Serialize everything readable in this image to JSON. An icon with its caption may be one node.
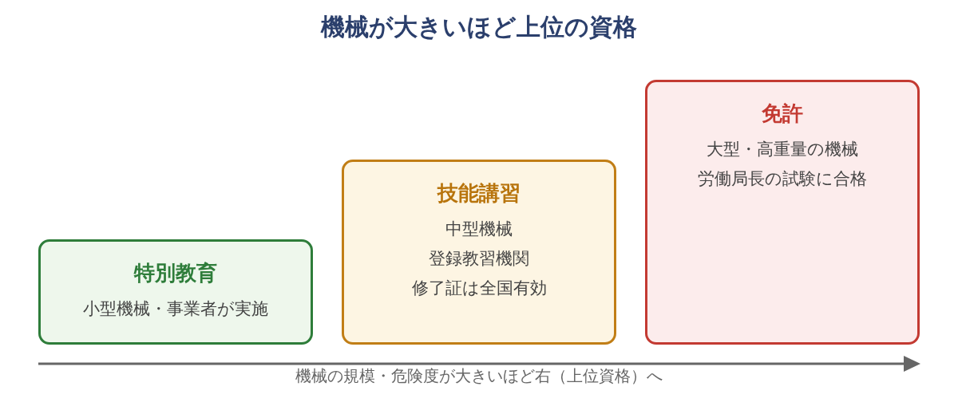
{
  "diagram": {
    "title": "機械が大きいほど上位の資格",
    "nodes": [
      {
        "text": [
          "特別教育",
          "小型機械・事業者が実施"
        ]
      },
      {
        "text": [
          "技能講習",
          "中型機械",
          "登録教習機関",
          "修了証は全国有効"
        ]
      },
      {
        "text": [
          "免許",
          "大型・高重量の機械",
          "労働局長の試験に合格"
        ]
      }
    ],
    "labels": [
      "機械の規模・危険度が大きいほど右（上位資格）へ"
    ]
  }
}
